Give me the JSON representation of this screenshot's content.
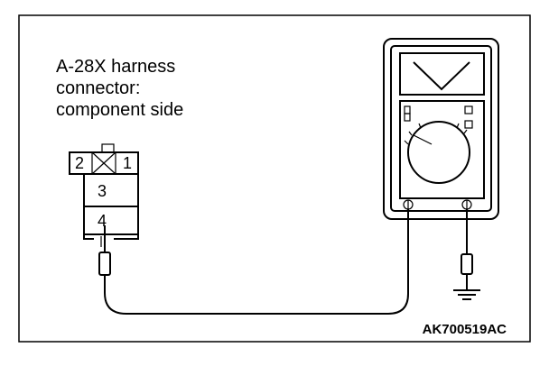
{
  "caption": {
    "line1": "A-28X harness",
    "line2": "connector:",
    "line3": "component side"
  },
  "connector": {
    "pins": [
      "2",
      "1",
      "3",
      "4"
    ]
  },
  "figure_code": "AK700519AC"
}
